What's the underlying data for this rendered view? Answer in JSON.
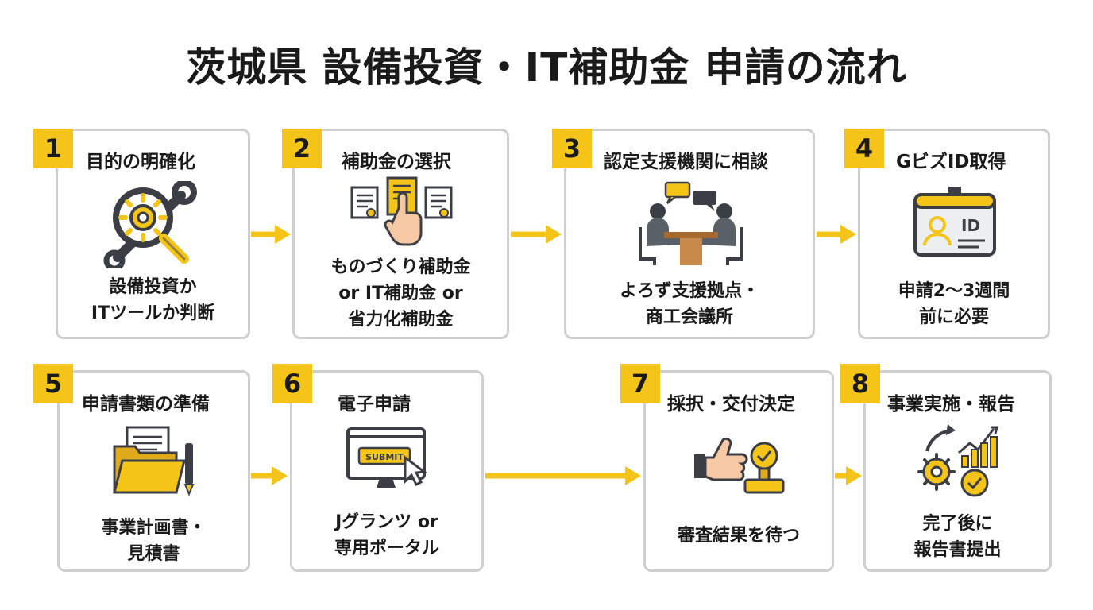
{
  "title": "茨城県 設備投資・IT補助金 申請の流れ",
  "steps": [
    {
      "num": "1",
      "title": "目的の明確化",
      "desc": [
        "設備投資か",
        "ITツールか判断"
      ],
      "icon": "gear-magnifier-wrench-icon"
    },
    {
      "num": "2",
      "title": "補助金の選択",
      "desc": [
        "ものづくり補助金",
        "or IT補助金 or",
        "省力化補助金"
      ],
      "icon": "document-select-hand-icon"
    },
    {
      "num": "3",
      "title": "認定支援機関に相談",
      "desc": [
        "よろず支援拠点・",
        "商工会議所"
      ],
      "icon": "consultation-meeting-icon"
    },
    {
      "num": "4",
      "title": "GビズID取得",
      "desc": [
        "申請2〜3週間",
        "前に必要"
      ],
      "icon": "id-card-icon"
    },
    {
      "num": "5",
      "title": "申請書類の準備",
      "desc": [
        "事業計画書・",
        "見積書"
      ],
      "icon": "folder-documents-pen-icon"
    },
    {
      "num": "6",
      "title": "電子申請",
      "desc": [
        "Jグランツ or",
        "専用ポータル"
      ],
      "icon": "monitor-submit-icon"
    },
    {
      "num": "7",
      "title": "採択・交付決定",
      "desc": [
        "審査結果を待つ"
      ],
      "icon": "thumbs-up-stamp-icon"
    },
    {
      "num": "8",
      "title": "事業実施・報告",
      "desc": [
        "完了後に",
        "報告書提出"
      ],
      "icon": "gear-chart-check-icon"
    }
  ],
  "icon_texts": {
    "submit": "SUBMIT",
    "id": "ID"
  },
  "colors": {
    "accent": "#f4c419",
    "border": "#cfcfcf",
    "text": "#1a1a1a",
    "icon_dark": "#3b3f45"
  }
}
